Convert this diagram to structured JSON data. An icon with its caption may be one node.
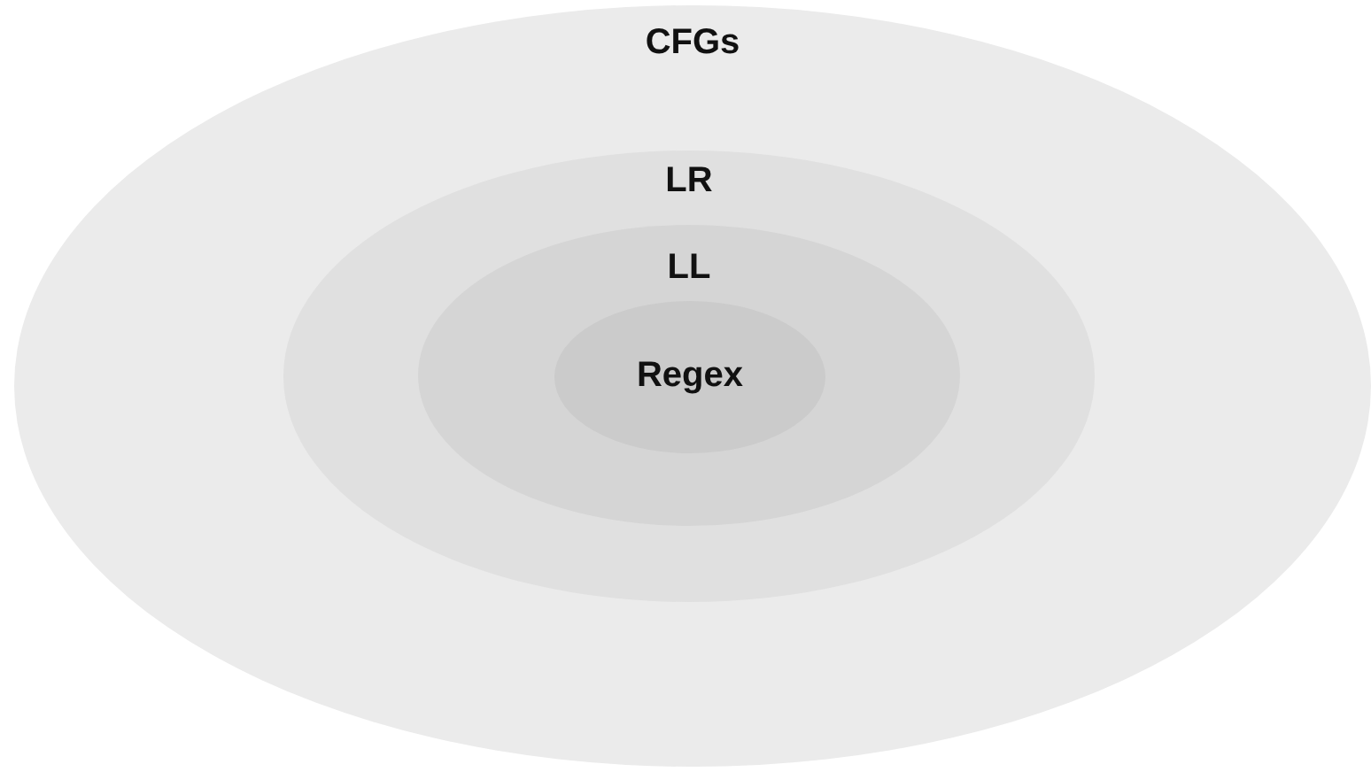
{
  "diagram": {
    "nodes": [
      {
        "text": [
          "CFGs"
        ]
      },
      {
        "text": [
          "LR"
        ],
        "in": 0
      },
      {
        "text": [
          "LL"
        ],
        "in": 1
      },
      {
        "text": [
          "Regex"
        ],
        "in": 2
      }
    ]
  }
}
